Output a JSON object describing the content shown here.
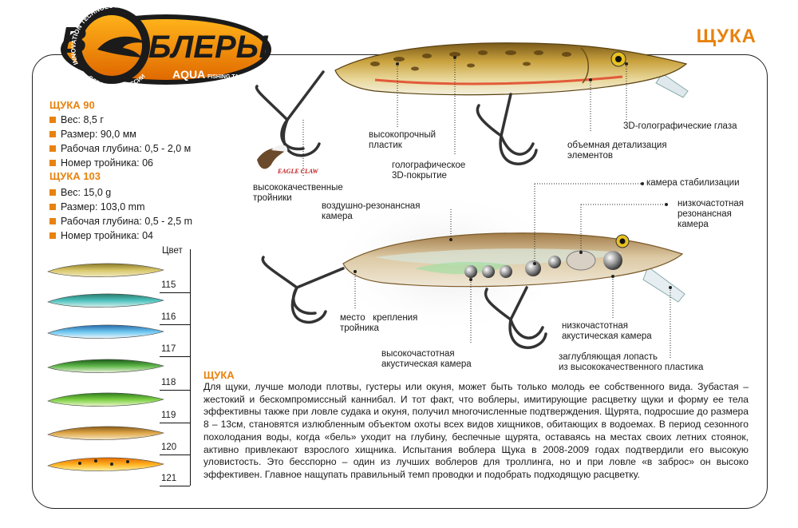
{
  "brand": {
    "logo_letter": "В",
    "logo_word": "БЛЕРЫ",
    "arc_text": "INNOVATION TECHNOLOGIES",
    "made_in": "СДЕЛАНО В РОССИИ",
    "aqua": "AQUA",
    "tackle": "FISHING TACKLE"
  },
  "title": "ЩУКА",
  "spec_90": {
    "heading": "ЩУКА 90",
    "rows": [
      "Вес:  8,5 г",
      "Размер:  90,0 мм",
      "Рабочая глубина:  0,5 - 2,0 м",
      "Номер тройника: 06"
    ]
  },
  "spec_103": {
    "heading": "ЩУКА 103",
    "rows": [
      "Вес:  15,0 g",
      "Размер:  103,0 mm",
      "Рабочая глубина:  0,5 - 2,5 m",
      "Номер тройника: 04"
    ]
  },
  "colors": {
    "heading": "Цвет",
    "items": [
      "115",
      "116",
      "117",
      "118",
      "119",
      "120",
      "121"
    ]
  },
  "eagle_claw": "EAGLE CLAW",
  "labels": {
    "plastic": "высокопрочный\nпластик",
    "coating": "голографическое\n3D-покрытие",
    "eyes": "3D-голографические глаза",
    "detail": "объемная детализация\nэлементов",
    "hooks": "высококачественные\nтройники",
    "stab": "камера стабилизации",
    "resonant": "воздушно-резонансная\nкамера",
    "lowres": "низкочастотная\nрезонансная\nкамера",
    "mount": "место   крепления\nтройника",
    "lowac": "низкочастотная\nакустическая камера",
    "highac": "высокочастотная\nакустическая камера",
    "lip": "заглубляющая лопасть\nиз высококачественного пластика"
  },
  "description": {
    "heading": "ЩУКА",
    "text": "Для щуки, лучше молоди плотвы, густеры или окуня, может быть только молодь ее собственного вида. Зубастая – жестокий и бескомпромиссный каннибал. И тот факт, что воблеры, имитирующие расцветку щуки и форму ее тела эффективны также при ловле судака и окуня, получил многочисленные подтверждения. Щурята, подросшие до размера 8 – 13см, становятся излюбленным объектом охоты всех видов хищников, обитающих в водоемах. В период сезонного похолодания воды, когда «бель» уходит на глубину, беспечные щурята, оставаясь на местах своих летних стоянок, активно привлекают взрослого хищника. Испытания воблера Щука в 2008-2009 годах подтвердили его высокую уловистость. Это бесспорно – один из лучших воблеров для троллинга, но и при ловле «в заброс» он высоко эффективен. Главное нащупать правильный темп проводки и подобрать подходящую расцветку."
  }
}
